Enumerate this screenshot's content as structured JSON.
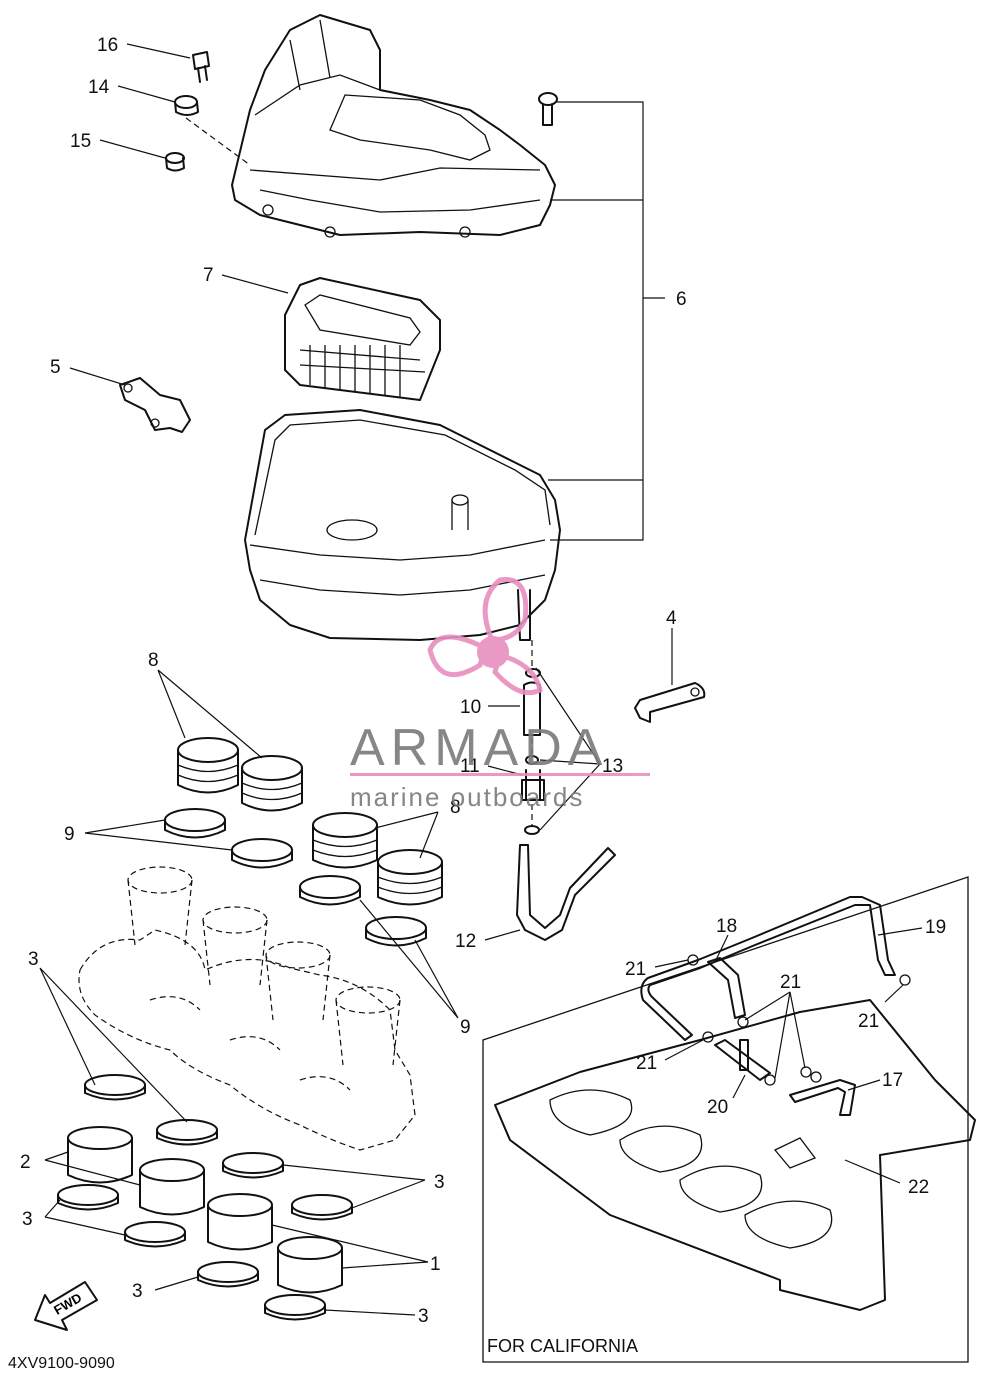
{
  "diagram": {
    "drawing_code": "4XV9100-9090",
    "region_label": "FOR CALIFORNIA",
    "fwd_label": "FWD",
    "watermark": {
      "brand": "ARMADA",
      "tagline": "marine outboards",
      "accent_color": "#e88fbf",
      "text_color": "#7a7a7a"
    },
    "callouts": [
      "1",
      "2",
      "3",
      "4",
      "5",
      "6",
      "7",
      "8",
      "9",
      "10",
      "11",
      "12",
      "13",
      "14",
      "15",
      "16",
      "17",
      "18",
      "19",
      "20",
      "21",
      "22"
    ]
  }
}
